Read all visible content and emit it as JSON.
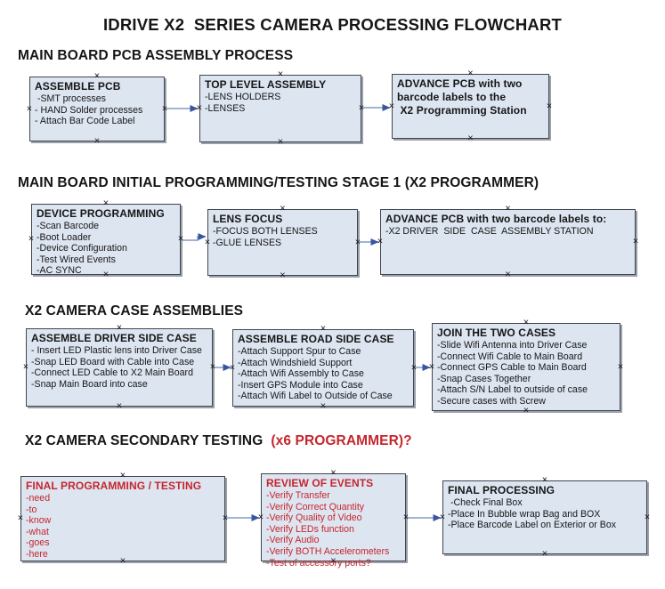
{
  "title": "IDRIVE X2  SERIES CAMERA PROCESSING FLOWCHART",
  "icons": {
    "connection_point": "×"
  },
  "colors": {
    "box_fill": "#dde5f1",
    "box_border": "#41454d",
    "box_shadow": "#9aa1ab",
    "arrow_line": "#93aacb",
    "arrow_head": "#3a55a0",
    "accent_red": "#c5262c",
    "text_black": "#161616"
  },
  "sections": [
    {
      "heading": "MAIN BOARD PCB ASSEMBLY PROCESS",
      "heading_suffix": "",
      "boxes": [
        {
          "title": "ASSEMBLE PCB",
          "color": "black",
          "items": [
            " -SMT processes",
            "- HAND Solder processes",
            "- Attach Bar Code Label"
          ]
        },
        {
          "title": "TOP LEVEL ASSEMBLY",
          "color": "black",
          "items": [
            "-LENS HOLDERS",
            "-LENSES"
          ]
        },
        {
          "title": "ADVANCE PCB with two\nbarcode labels to the\n X2 Programming Station",
          "color": "black",
          "items": []
        }
      ]
    },
    {
      "heading": "MAIN BOARD INITIAL PROGRAMMING/TESTING STAGE 1 (X2 PROGRAMMER)",
      "heading_suffix": "",
      "boxes": [
        {
          "title": "DEVICE PROGRAMMING",
          "color": "black",
          "items": [
            "-Scan Barcode",
            "-Boot Loader",
            "-Device Configuration",
            "-Test Wired Events",
            "-AC SYNC"
          ]
        },
        {
          "title": "LENS FOCUS",
          "color": "black",
          "items": [
            "-FOCUS BOTH LENSES",
            "-GLUE LENSES"
          ]
        },
        {
          "title": "ADVANCE PCB with two barcode labels to:",
          "color": "black",
          "items": [
            "-X2 DRIVER  SIDE  CASE  ASSEMBLY STATION"
          ]
        }
      ]
    },
    {
      "heading": "X2 CAMERA CASE ASSEMBLIES",
      "heading_suffix": "",
      "boxes": [
        {
          "title": "ASSEMBLE DRIVER SIDE CASE",
          "color": "black",
          "items": [
            "- Insert LED Plastic lens into Driver Case",
            "-Snap LED Board with Cable into Case",
            "-Connect LED Cable to X2 Main Board",
            "-Snap Main Board into case"
          ]
        },
        {
          "title": "ASSEMBLE ROAD SIDE CASE",
          "color": "black",
          "items": [
            "-Attach Support Spur to Case",
            "-Attach Windshield Support",
            "-Attach Wifi Assembly to Case",
            "-Insert GPS Module into Case",
            "-Attach Wifi Label to Outside of Case"
          ]
        },
        {
          "title": "JOIN THE TWO CASES",
          "color": "black",
          "items": [
            "-Slide Wifi Antenna into Driver Case",
            "-Connect Wifi Cable to Main Board",
            "-Connect GPS Cable to Main Board",
            "-Snap Cases Together",
            "-Attach S/N Label to outside of case",
            "-Secure cases with Screw"
          ]
        }
      ]
    },
    {
      "heading": "X2 CAMERA SECONDARY TESTING",
      "heading_suffix": "(x6 PROGRAMMER)?",
      "boxes": [
        {
          "title": "FINAL PROGRAMMING / TESTING",
          "color": "red",
          "items": [
            "-need",
            "-to",
            "-know",
            "-what",
            "-goes",
            "-here"
          ]
        },
        {
          "title": "REVIEW OF EVENTS",
          "color": "red",
          "items": [
            "-Verify Transfer",
            "-Verify Correct Quantity",
            "-Verify Quality of Video",
            "-Verify LEDs function",
            "-Verify Audio",
            "-Verify BOTH Accelerometers",
            "-Test of accessory ports?"
          ]
        },
        {
          "title": "FINAL PROCESSING",
          "color": "black",
          "items": [
            " -Check Final Box",
            "-Place In Bubble wrap Bag and BOX",
            "-Place Barcode Label on Exterior or Box"
          ]
        }
      ]
    }
  ]
}
